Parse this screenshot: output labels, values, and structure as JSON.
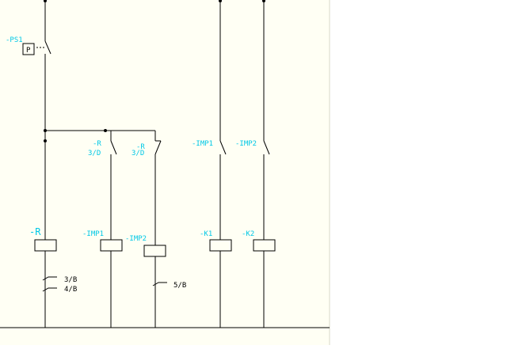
{
  "colors": {
    "background": "#fffff4",
    "outside": "#ffffff",
    "wire": "#000000",
    "label": "#00c8e6"
  },
  "labels": {
    "ps1": "-PS1",
    "ps1_box": "P",
    "r_main": "-R",
    "imp1_coil": "-IMP1",
    "imp2_coil": "-IMP2",
    "k1": "-K1",
    "k2": "-K2",
    "r_contact1": "-R",
    "r_contact1_ref": "3/D",
    "r_contact2": "-R",
    "r_contact2_ref": "3/D",
    "imp1_contact": "-IMP1",
    "imp2_contact": "-IMP2",
    "ref_3b": "3/B",
    "ref_4b": "4/B",
    "ref_5b": "5/B"
  }
}
